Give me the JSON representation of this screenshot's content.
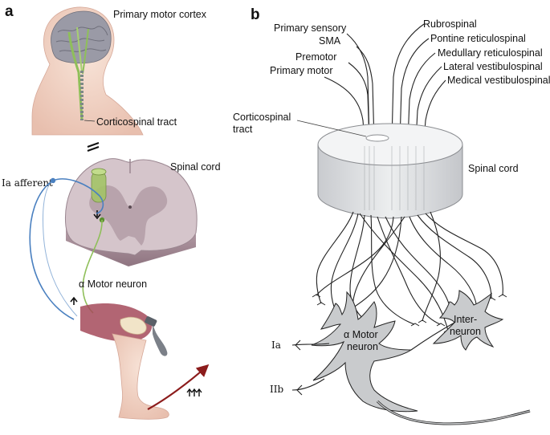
{
  "panel_a": {
    "letter": "a",
    "labels": {
      "primary_motor_cortex": "Primary motor cortex",
      "corticospinal_tract": "Corticospinal tract",
      "spinal_cord": "Spinal cord",
      "ia_afferent": "Ia afferent",
      "alpha_motor_neuron": "α Motor neuron"
    }
  },
  "panel_b": {
    "letter": "b",
    "left_tracts": [
      "Primary sensory",
      "SMA",
      "Premotor",
      "Primary motor"
    ],
    "right_tracts": [
      "Rubrospinal",
      "Pontine reticulospinal",
      "Medullary reticulospinal",
      "Lateral vestibulospinal",
      "Medical vestibulospinal"
    ],
    "corticospinal_label": [
      "Corticospinal",
      "tract"
    ],
    "spinal_cord": "Spinal cord",
    "motor_neuron_label": [
      "α Motor",
      "neuron"
    ],
    "interneuron_label": [
      "Inter-",
      "neuron"
    ],
    "ia": "Ia",
    "iib": "IIb"
  },
  "colors": {
    "brain": "#9a9aa6",
    "skin": "#f2d4c4",
    "tract_green": "#8fbf5a",
    "cord_mauve": "#c8b4bc",
    "afferent_blue": "#4a80c0",
    "arrow_red": "#8c1c1c",
    "neuron_gray": "#c9cbcd"
  }
}
